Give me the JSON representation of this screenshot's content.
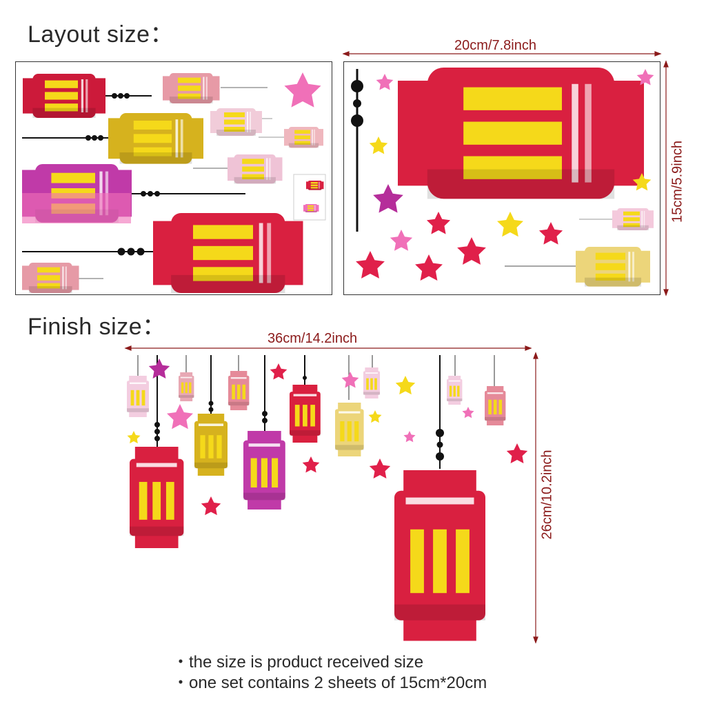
{
  "headings": {
    "layout": "Layout size：",
    "finish": "Finish size："
  },
  "dimensions": {
    "sheet_width": "20cm/7.8inch",
    "sheet_height": "15cm/5.9inch",
    "finish_width": "36cm/14.2inch",
    "finish_height": "26cm/10.2inch"
  },
  "notes": [
    "・the size is product received size",
    "・one set contains 2 sheets of 15cm*20cm"
  ],
  "colors": {
    "red": "#d92040",
    "red_dark": "#a8102a",
    "yellow": "#f5d91a",
    "gold": "#e3bf1f",
    "gold_dark": "#b8951a",
    "magenta": "#c03aa8",
    "pink": "#f070b8",
    "light_pink": "#f6bfd6",
    "dimension": "#8b1a1a"
  }
}
